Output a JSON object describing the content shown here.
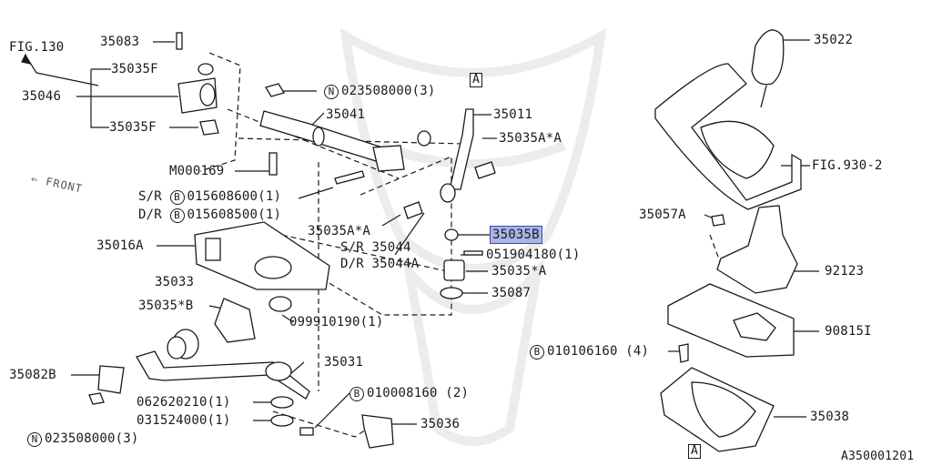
{
  "labels": {
    "fig130": "FIG.130",
    "p35083": "35083",
    "p35035F_top": "35035F",
    "p35046": "35046",
    "p35035F_bot": "35035F",
    "m000169": "M000169",
    "front": "FRONT",
    "sr_bolt_prefix": "S/R",
    "sr_bolt": "015608600(1)",
    "dr_bolt_prefix": "D/R",
    "dr_bolt": "015608500(1)",
    "p35016A": "35016A",
    "p35033": "35033",
    "p35035B_star": "35035*B",
    "p35082B": "35082B",
    "nut_bottom": "023508000(3)",
    "p062620210": "062620210(1)",
    "p031524000": "031524000(1)",
    "nut_top": "023508000(3)",
    "p35041": "35041",
    "p35011": "35011",
    "p35035A_star_top": "35035A*A",
    "p35035A_star_mid": "35035A*A",
    "sr_35044": "S/R 35044",
    "dr_35044A": "D/R 35044A",
    "p35035B_hl": "35035B",
    "p051904180": "051904180(1)",
    "p35035_star_A": "35035*A",
    "p35087": "35087",
    "p099910190": "099910190(1)",
    "p35031": "35031",
    "b010008160": "010008160 (2)",
    "p35036": "35036",
    "p35022": "35022",
    "fig930": "FIG.930-2",
    "p35057A": "35057A",
    "p92123": "92123",
    "p90815I": "90815I",
    "b010106160": "010106160 (4)",
    "p35038": "35038",
    "ref_A": "A",
    "ref_A2": "A",
    "diagram_id": "A350001201",
    "sym_N": "N",
    "sym_B": "B"
  },
  "colors": {
    "ink": "#1a1a1a",
    "highlight_fill": "#aab4e6",
    "highlight_border": "#3b4aa8",
    "watermark": "#ececec"
  }
}
